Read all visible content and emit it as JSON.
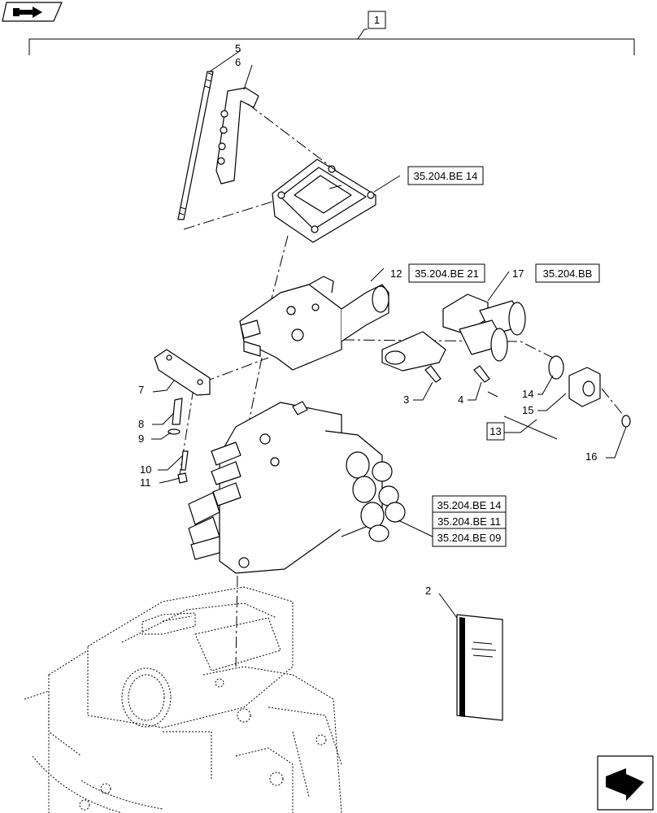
{
  "callouts": {
    "c1": "1",
    "c2": "2",
    "c3": "3",
    "c4": "4",
    "c5": "5",
    "c6": "6",
    "c7": "7",
    "c8": "8",
    "c9": "9",
    "c10": "10",
    "c11": "11",
    "c12": "12",
    "c13": "13",
    "c14": "14",
    "c15": "15",
    "c16": "16",
    "c17": "17"
  },
  "references": {
    "r_be14_top": "35.204.BE 14",
    "r_be21": "35.204.BE 21",
    "r_bb": "35.204.BB",
    "r_be14": "35.204.BE 14",
    "r_be11": "35.204.BE 11",
    "r_be09": "35.204.BE 09"
  },
  "icons": {
    "top_left": "previous-page-icon",
    "bottom_right": "next-page-icon"
  }
}
